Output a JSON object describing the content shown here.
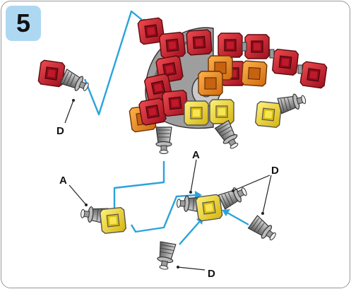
{
  "step": {
    "number": "5"
  },
  "callouts": {
    "a_left": "A",
    "a_right": "A",
    "d_top_left": "D",
    "d_right": "D",
    "d_bottom": "D"
  },
  "colors": {
    "red": "#c8102e",
    "orange": "#f08a1c",
    "yellow": "#f2dc2a",
    "gray": "#8c8c8c",
    "guide_blue": "#2ba3dd",
    "badge": "#aed8f2"
  },
  "icons": {
    "red_block": "red-hub-block",
    "yellow_block": "yellow-hub-block",
    "connector": "gray-rod-connector"
  }
}
